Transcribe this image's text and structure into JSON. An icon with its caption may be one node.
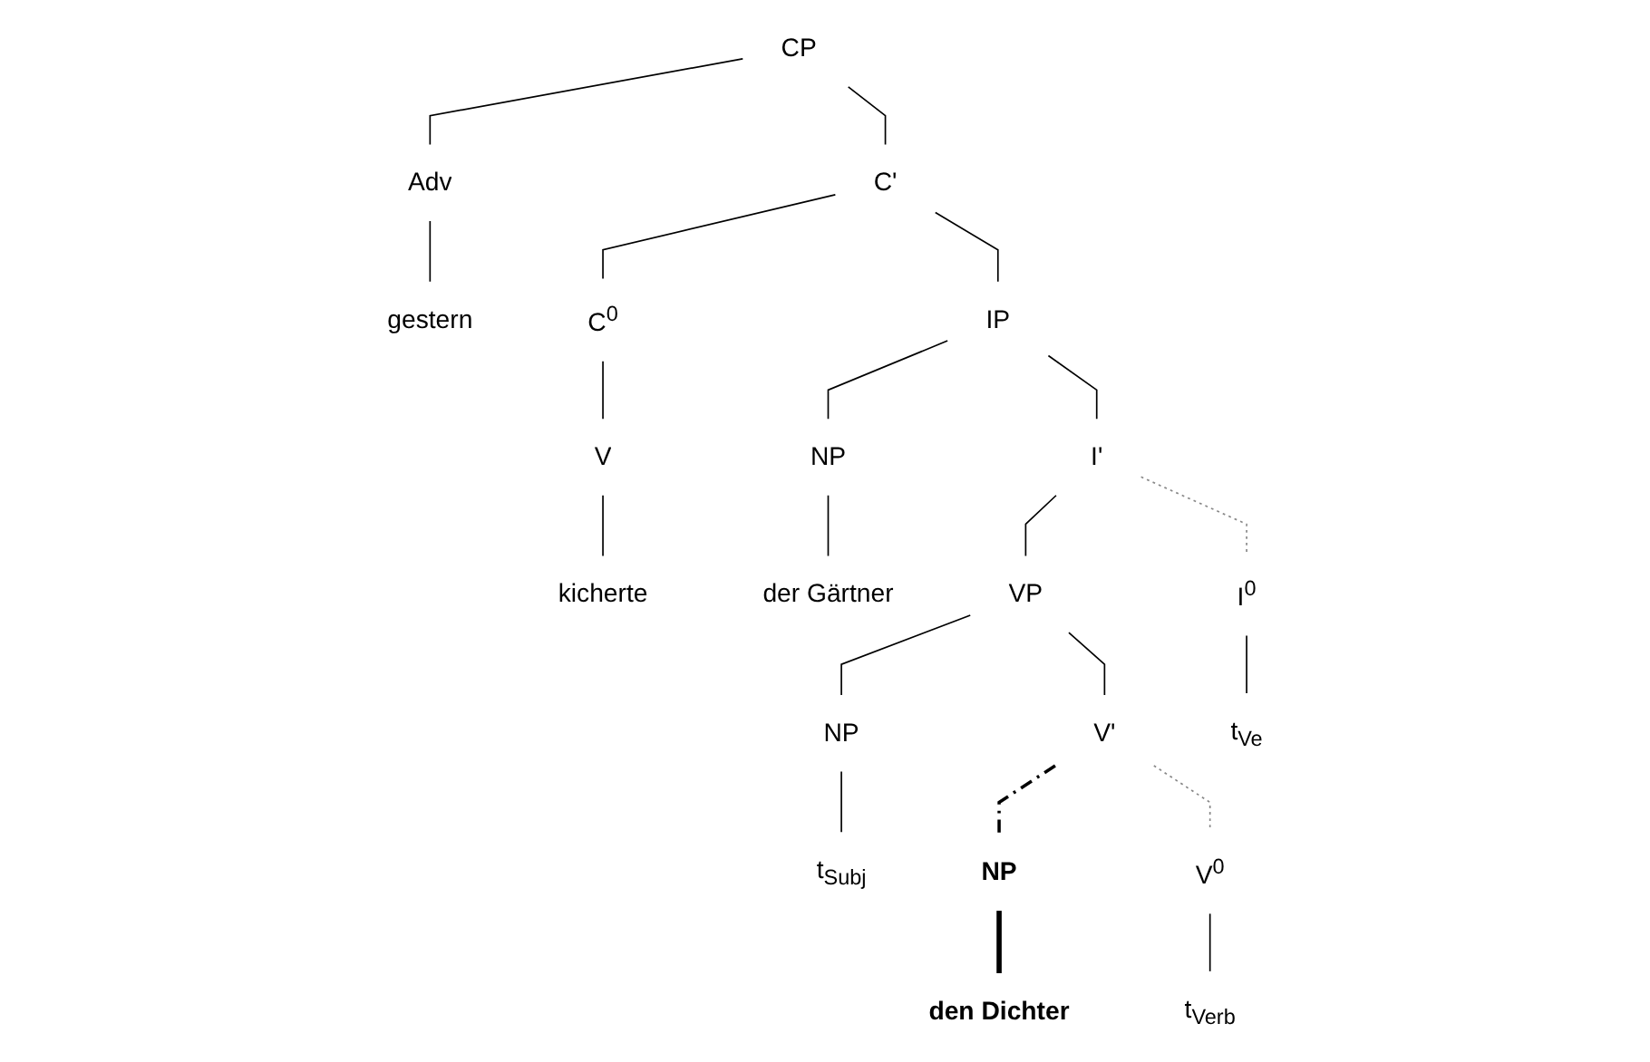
{
  "diagram": {
    "nodes": [
      {
        "text": [
          "CP"
        ]
      },
      {
        "text": [
          "Adv"
        ]
      },
      {
        "text": [
          "C'"
        ]
      },
      {
        "text": [
          "gestern"
        ]
      },
      {
        "text": [
          "C$^{0}$"
        ]
      },
      {
        "text": [
          "IP"
        ]
      },
      {
        "text": [
          "I'"
        ]
      },
      {
        "text": [
          "V"
        ]
      },
      {
        "text": [
          "NP"
        ]
      },
      {
        "text": [
          "VP"
        ]
      },
      {
        "text": [
          "I$^{0}$"
        ]
      },
      {
        "text": [
          "kicherte"
        ]
      },
      {
        "text": [
          "der Gärtner"
        ]
      },
      {
        "text": [
          "NP"
        ]
      },
      {
        "text": [
          "V'"
        ]
      },
      {
        "text": [
          "t$_{Subj}$"
        ]
      },
      {
        "text": [
          "t$_{Ve}$"
        ]
      },
      {
        "text": [
          "NP"
        ]
      },
      {
        "text": [
          "V$^{0}$"
        ]
      },
      {
        "text": [
          "den Dichter"
        ]
      },
      {
        "text": [
          "t$_{Verb}$"
        ]
      }
    ],
    "edges": [
      {
        "from": 0,
        "to": 1,
        "arrow": "none"
      },
      {
        "from": 0,
        "to": 2,
        "arrow": "none"
      },
      {
        "from": 1,
        "to": 3,
        "arrow": "none"
      },
      {
        "from": 2,
        "to": 4,
        "arrow": "none"
      },
      {
        "from": 2,
        "to": 5,
        "arrow": "none"
      },
      {
        "from": 4,
        "to": 7,
        "arrow": "none"
      },
      {
        "from": 5,
        "to": 8,
        "arrow": "none"
      },
      {
        "from": 5,
        "to": 6,
        "arrow": "none"
      },
      {
        "from": 7,
        "to": 11,
        "arrow": "none"
      },
      {
        "from": 8,
        "to": 12,
        "arrow": "none"
      },
      {
        "from": 6,
        "to": 9,
        "arrow": "none"
      },
      {
        "from": 6,
        "to": 10,
        "arrow": "none",
        "style": "dashed",
        "color": "#888888"
      },
      {
        "from": 9,
        "to": 13,
        "arrow": "none"
      },
      {
        "from": 9,
        "to": 14,
        "arrow": "none"
      },
      {
        "from": 10,
        "to": 16,
        "arrow": "none"
      },
      {
        "from": 13,
        "to": 15,
        "arrow": "none"
      },
      {
        "from": 14,
        "to": 17,
        "arrow": "none",
        "style": "dashed"
      },
      {
        "from": 14,
        "to": 18,
        "arrow": "none",
        "style": "dashed",
        "color": "#888888"
      },
      {
        "from": 17,
        "to": 19,
        "arrow": "none",
        "style": "thick"
      },
      {
        "from": 18,
        "to": 20,
        "arrow": "none"
      }
    ]
  }
}
